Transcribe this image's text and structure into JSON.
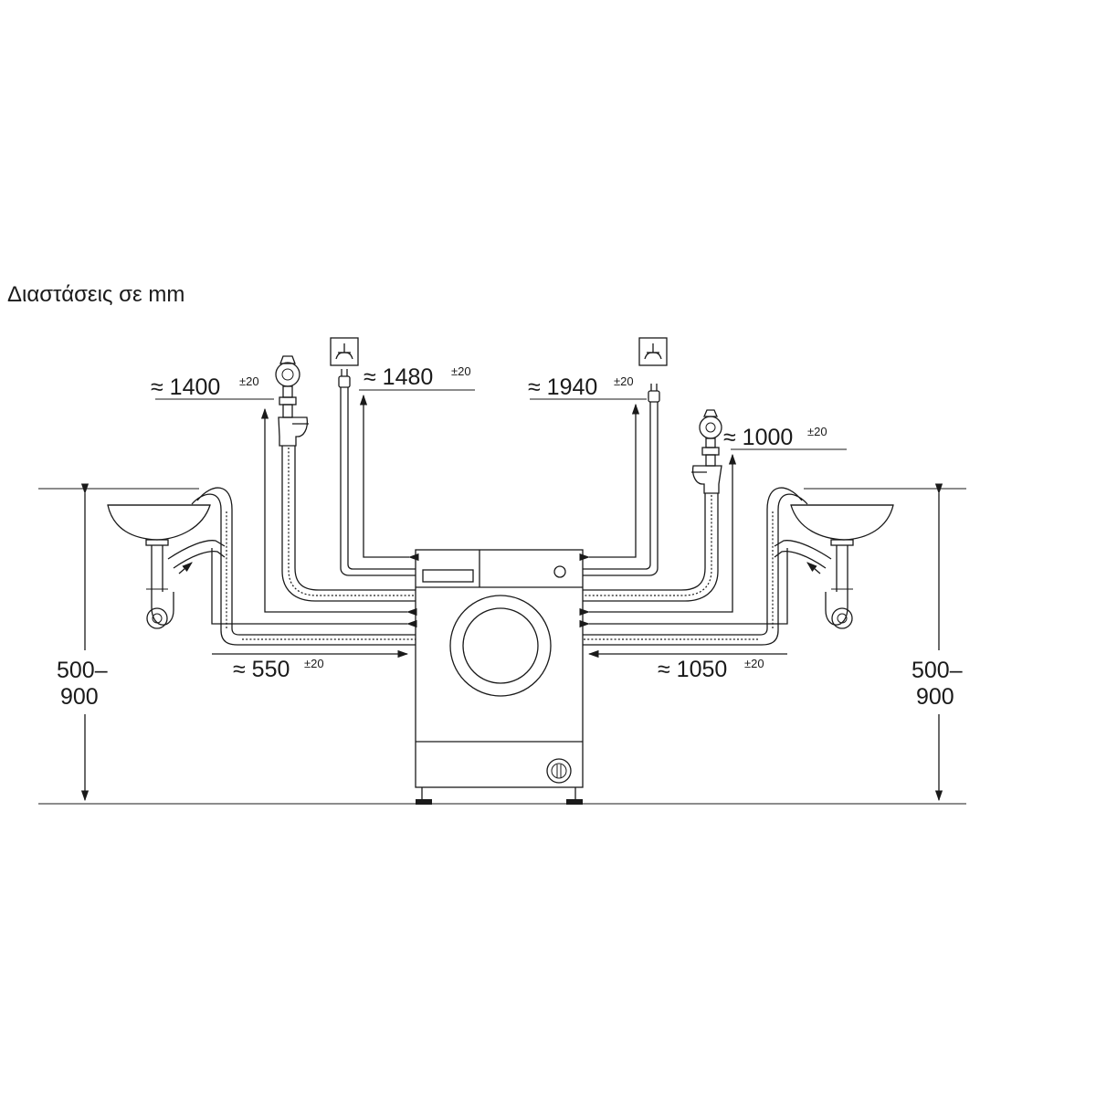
{
  "title": "Διαστάσεις σε mm",
  "dimensions": {
    "tap_left": {
      "value": "≈ 1400",
      "tol": "±20"
    },
    "power_left": {
      "value": "≈ 1480",
      "tol": "±20"
    },
    "power_right": {
      "value": "≈ 1940",
      "tol": "±20"
    },
    "tap_right": {
      "value": "≈ 1000",
      "tol": "±20"
    },
    "drain_left": {
      "value": "≈ 550",
      "tol": "±20"
    },
    "drain_right": {
      "value": "≈ 1050",
      "tol": "±20"
    },
    "height_left": {
      "line1": "500–",
      "line2": "900"
    },
    "height_right": {
      "line1": "500–",
      "line2": "900"
    }
  },
  "icons": {
    "socket_left": "earthed-socket-icon",
    "socket_right": "earthed-socket-icon",
    "tap": "water-tap-icon",
    "sink": "sink-icon",
    "machine": "washing-machine-icon"
  }
}
